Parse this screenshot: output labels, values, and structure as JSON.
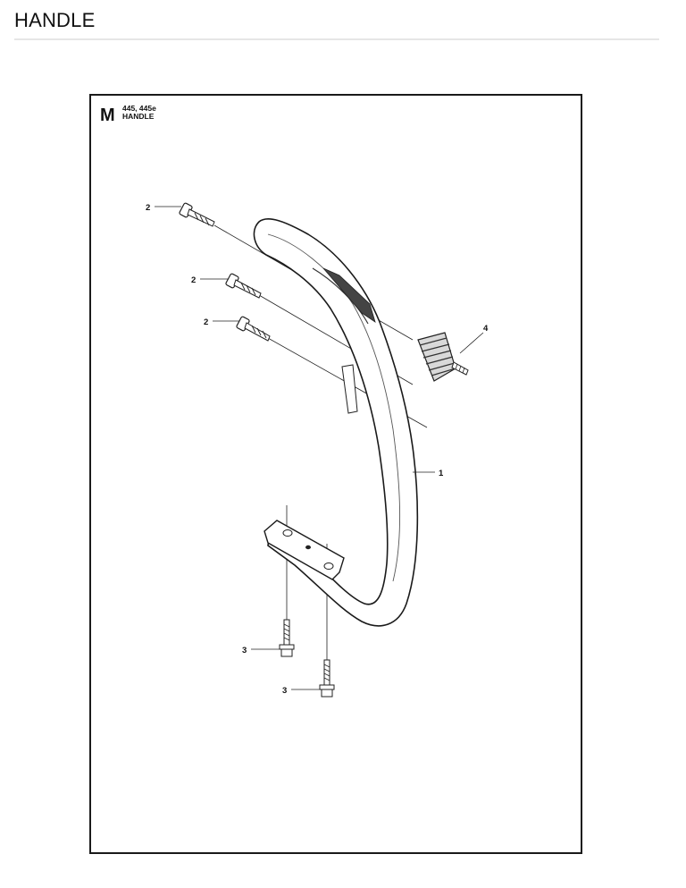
{
  "page": {
    "title": "HANDLE"
  },
  "sheet": {
    "section_letter": "M",
    "models": "445, 445e",
    "section_name": "HANDLE"
  },
  "callouts": {
    "bolt_top": "2",
    "bolt_mid": "2",
    "bolt_low": "2",
    "spring": "4",
    "handle": "1",
    "screw_left": "3",
    "screw_right": "3"
  }
}
